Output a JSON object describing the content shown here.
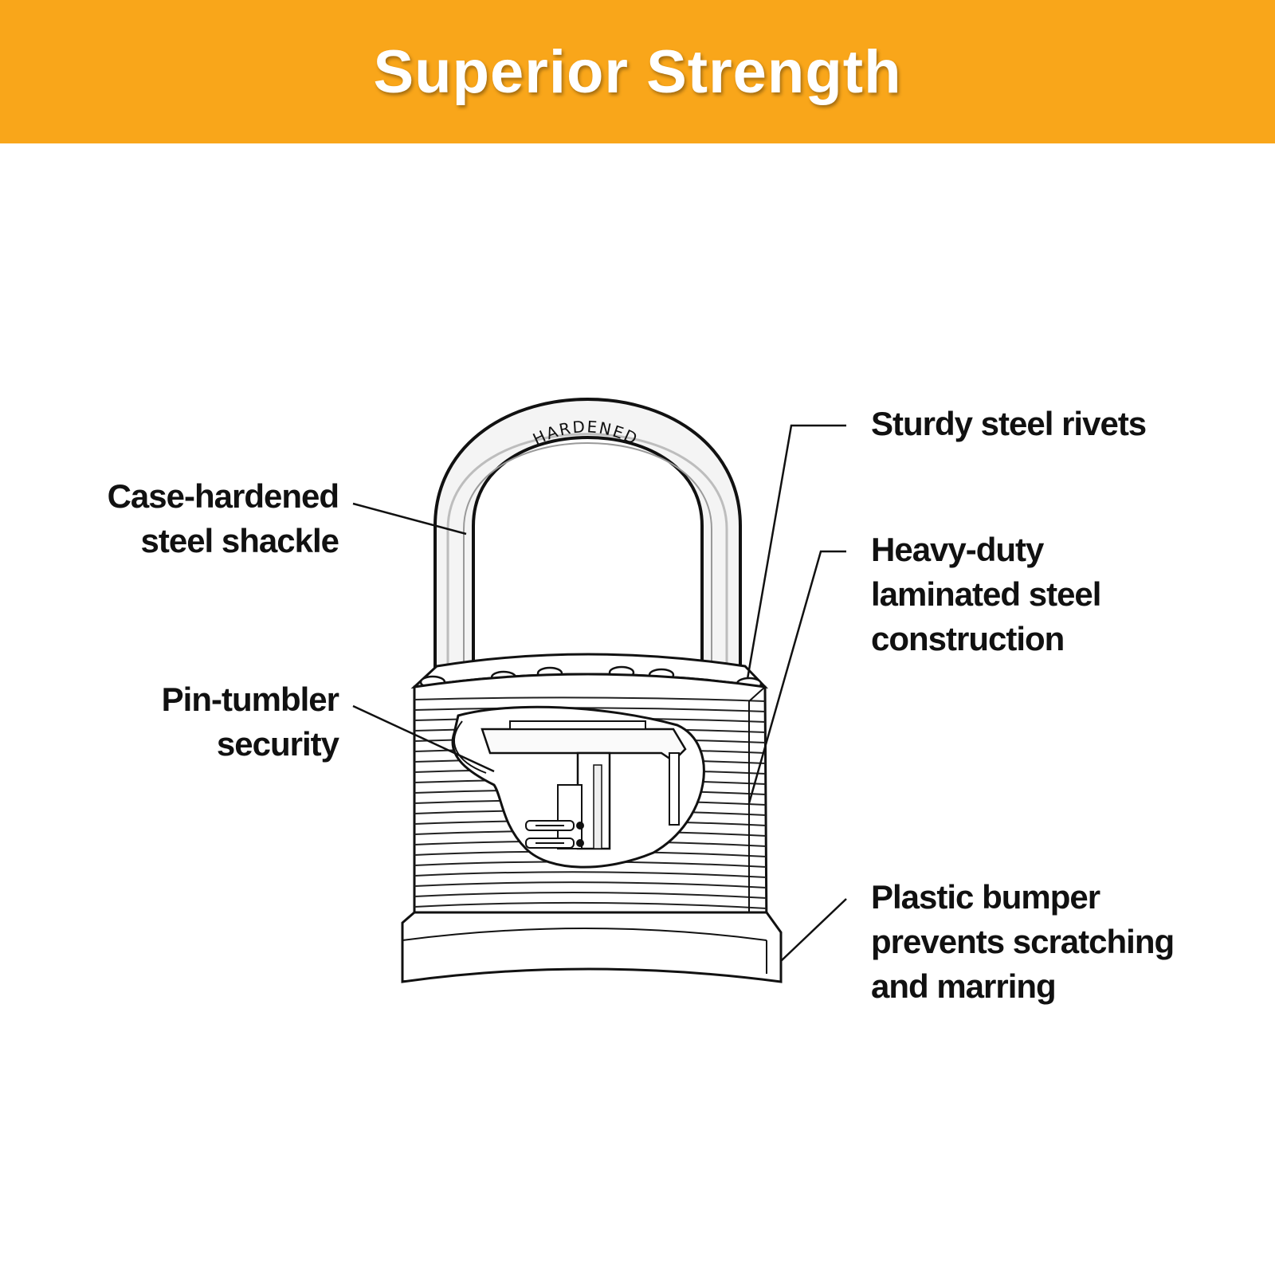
{
  "banner": {
    "title": "Superior Strength",
    "background": "#f9a61a",
    "text_color": "#ffffff"
  },
  "shackle_engraving": "HARDENED",
  "callouts": {
    "shackle": {
      "lines": [
        "Case-hardened",
        "steel shackle"
      ]
    },
    "pin_tumbler": {
      "lines": [
        "Pin-tumbler",
        "security"
      ]
    },
    "rivets": {
      "lines": [
        "Sturdy steel rivets"
      ]
    },
    "laminated": {
      "lines": [
        "Heavy-duty",
        "laminated steel",
        "construction"
      ]
    },
    "bumper": {
      "lines": [
        "Plastic bumper",
        "prevents scratching",
        "and marring"
      ]
    }
  }
}
